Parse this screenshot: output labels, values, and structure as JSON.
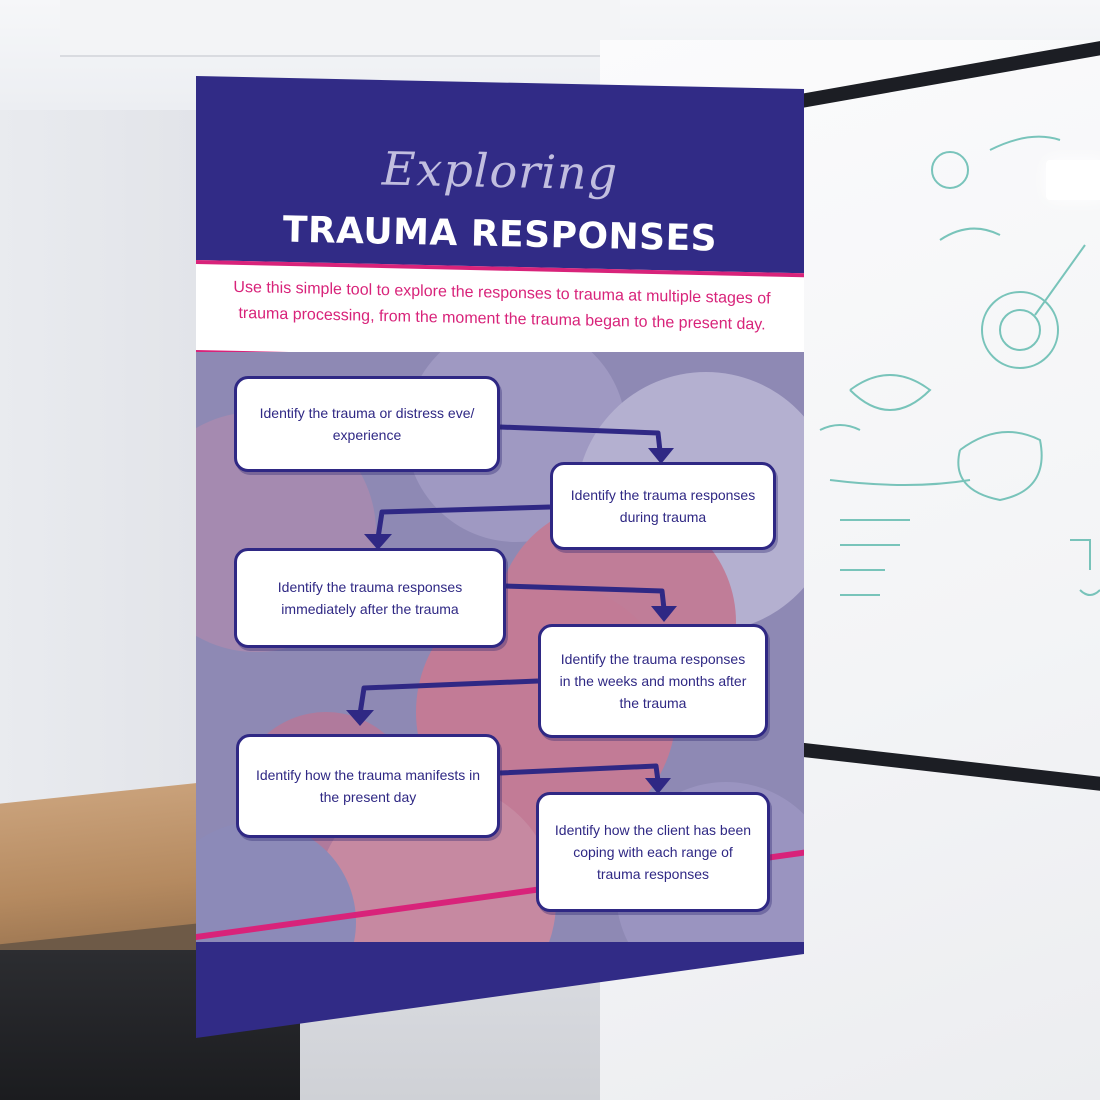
{
  "poster": {
    "script_title": "Exploring",
    "title": "TRAUMA RESPONSES",
    "intro": "Use this simple tool to explore the responses to trauma at multiple stages of trauma processing, from the moment the trauma began to the present day.",
    "steps": [
      "Identify the trauma or distress eve/ experience",
      "Identify the trauma responses during trauma",
      "Identify the trauma responses immediately after the trauma",
      "Identify the trauma responses in the weeks and months after the trauma",
      "Identify how the trauma manifests in the present day",
      "Identify how the client has been coping with each range of trauma responses"
    ]
  },
  "colors": {
    "navy": "#312b86",
    "accent_pink": "#d8237a",
    "box_border": "#2f2884"
  }
}
